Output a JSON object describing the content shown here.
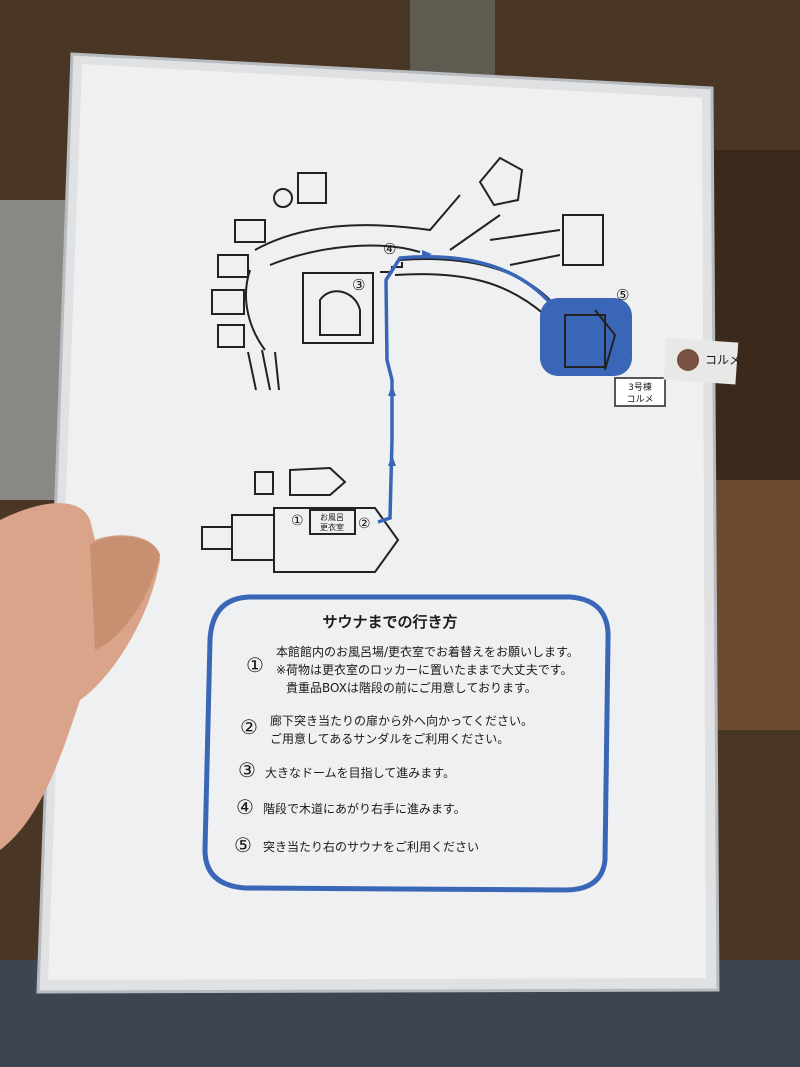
{
  "map": {
    "labels": {
      "step1": "①",
      "step2": "②",
      "step3": "③",
      "step4": "④",
      "step5": "⑤",
      "bath_building_line1": "お風呂",
      "bath_building_line2": "更衣室",
      "sauna_building_line1": "3号棟",
      "sauna_building_line2": "コルメ",
      "tag_text": "コルメ"
    },
    "colors": {
      "route": "#3a66b8",
      "sauna_highlight": "#3a66b8",
      "ink": "#222222"
    }
  },
  "instructions": {
    "title": "サウナまでの行き方",
    "steps": [
      {
        "number": "①",
        "lines": [
          "本館館内のお風呂場/更衣室でお着替えをお願いします。",
          "※荷物は更衣室のロッカーに置いたままで大丈夫です。",
          "貴重品BOXは階段の前にご用意しております。"
        ]
      },
      {
        "number": "②",
        "lines": [
          "廊下突き当たりの扉から外へ向かってください。",
          "ご用意してあるサンダルをご利用ください。"
        ]
      },
      {
        "number": "③",
        "lines": [
          "大きなドームを目指して進みます。"
        ]
      },
      {
        "number": "④",
        "lines": [
          "階段で木道にあがり右手に進みます。"
        ]
      },
      {
        "number": "⑤",
        "lines": [
          "突き当たり右のサウナをご利用ください"
        ]
      }
    ]
  }
}
